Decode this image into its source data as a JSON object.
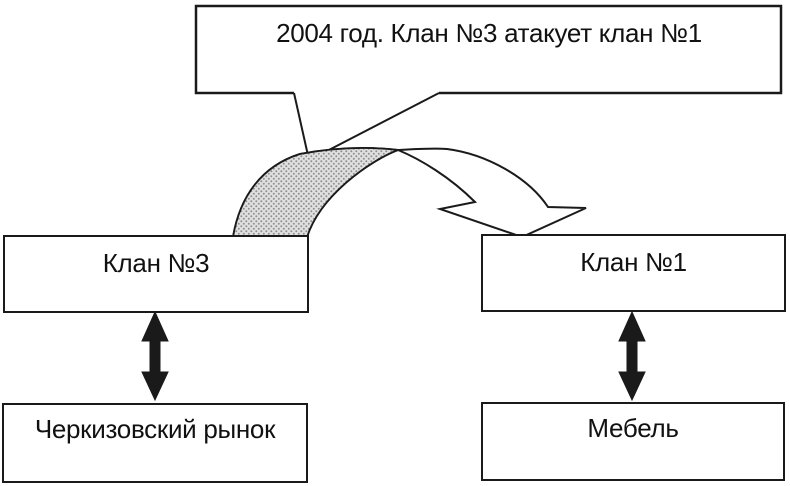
{
  "diagram": {
    "callout": {
      "text": "2004 год. Клан №3 атакует клан №1"
    },
    "boxes": {
      "clan3": "Клан №3",
      "clan1": "Клан №1",
      "market": "Черкизовский рынок",
      "furniture": "Мебель"
    },
    "connections": [
      {
        "from": "Клан №3",
        "to": "Клан №1",
        "type": "curved-attack-arrow"
      },
      {
        "from": "Клан №3",
        "to": "Черкизовский рынок",
        "type": "double-headed-arrow"
      },
      {
        "from": "Клан №1",
        "to": "Мебель",
        "type": "double-headed-arrow"
      }
    ],
    "colors": {
      "line": "#1a1a1a",
      "background": "#ffffff",
      "arc_shade_bg": "#e0e0e0",
      "arc_shade_dot": "#8f8f8f"
    }
  }
}
